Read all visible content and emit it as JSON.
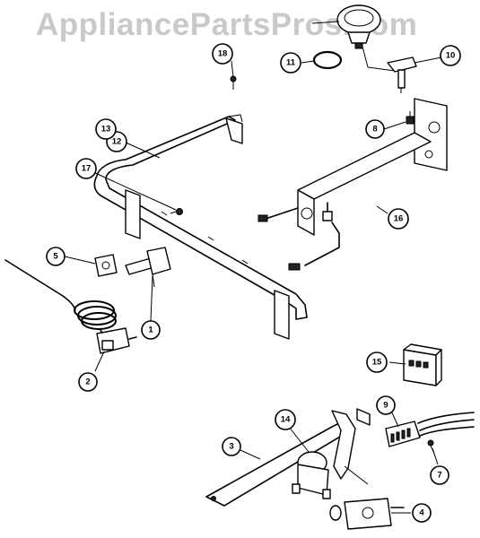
{
  "watermark": "AppliancePartsPros.com",
  "callouts": [
    {
      "id": "callout-1",
      "label": "1"
    },
    {
      "id": "callout-2",
      "label": "2"
    },
    {
      "id": "callout-3",
      "label": "3"
    },
    {
      "id": "callout-4",
      "label": "4"
    },
    {
      "id": "callout-5",
      "label": "5"
    },
    {
      "id": "callout-7",
      "label": "7"
    },
    {
      "id": "callout-8",
      "label": "8"
    },
    {
      "id": "callout-9",
      "label": "9"
    },
    {
      "id": "callout-10",
      "label": "10"
    },
    {
      "id": "callout-11",
      "label": "11"
    },
    {
      "id": "callout-12",
      "label": "12"
    },
    {
      "id": "callout-13",
      "label": "13"
    },
    {
      "id": "callout-14",
      "label": "14"
    },
    {
      "id": "callout-15",
      "label": "15"
    },
    {
      "id": "callout-16",
      "label": "16"
    },
    {
      "id": "callout-17",
      "label": "17"
    },
    {
      "id": "callout-18",
      "label": "18"
    }
  ]
}
